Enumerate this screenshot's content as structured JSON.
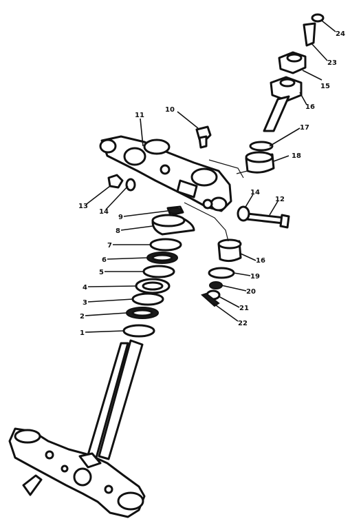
{
  "labels": {
    "p1": "1",
    "p2": "2",
    "p3": "3",
    "p4": "4",
    "p5": "5",
    "p6": "6",
    "p7": "7",
    "p8": "8",
    "p9": "9",
    "p10": "10",
    "p11": "11",
    "p12": "12",
    "p13": "13",
    "p14a": "14",
    "p14b": "14",
    "p15": "15",
    "p16a": "16",
    "p16b": "16",
    "p17": "17",
    "p18": "18",
    "p19": "19",
    "p20": "20",
    "p21": "21",
    "p22": "22",
    "p23": "23",
    "p24": "24"
  },
  "icons": {
    "front_arrow": "front-arrow-icon"
  }
}
